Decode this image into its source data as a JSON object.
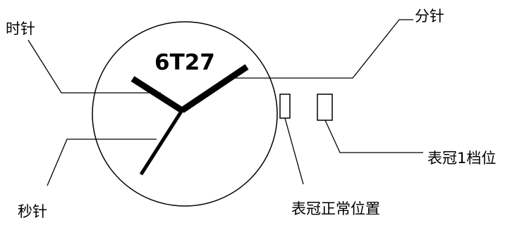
{
  "movement_model": "6T27",
  "labels": {
    "hour_hand": "时针",
    "minute_hand": "分针",
    "second_hand": "秒针",
    "crown_normal": "表冠正常位置",
    "crown_first_click": "表冠1档位"
  }
}
